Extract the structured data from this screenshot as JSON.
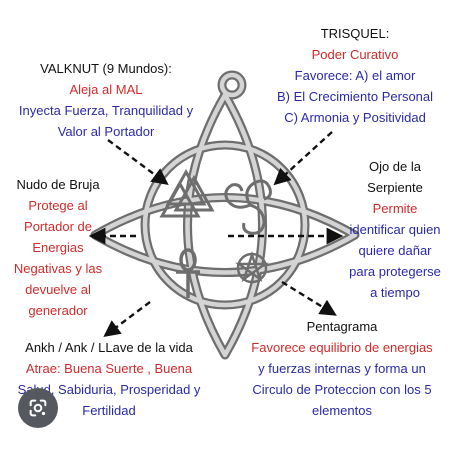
{
  "valknut": {
    "title": "VALKNUT (9 Mundos):",
    "line1": "Aleja al MAL",
    "line2": "Inyecta Fuerza, Tranquilidad y",
    "line3": "Valor al Portador"
  },
  "trisquel": {
    "title": "TRISQUEL:",
    "line1": "Poder Curativo",
    "line2": "Favorece: A) el amor",
    "line3": "B) El Crecimiento Personal",
    "line4": "C) Armonia y Positividad"
  },
  "nudo_bruja": {
    "title": "Nudo de Bruja",
    "line1": "Protege al",
    "line2": "Portador de",
    "line3": "Energias",
    "line4": "Negativas y las",
    "line5": "devuelve al",
    "line6": "generador"
  },
  "ojo_serpiente": {
    "title1": "Ojo de la",
    "title2": "Serpiente",
    "line1": "Permite",
    "line2": "identificar quien",
    "line3": "quiere dañar",
    "line4": "para protegerse",
    "line5": "a tiempo"
  },
  "ankh": {
    "title": "Ankh / Ank / LLave de la vida",
    "line1": "Atrae:  Buena Suerte , Buena",
    "line2": "Salud, Sabiduria,  Prosperidad y",
    "line3": "Fertilidad"
  },
  "pentagrama": {
    "title": "Pentagrama",
    "line1": "Favorece  equilibrio de energias",
    "line2": "y fuerzas internas y forma un",
    "line3": "Circulo de Proteccion con los 5",
    "line4": "elementos"
  },
  "colors": {
    "heading": "#111111",
    "red": "#d22b2b",
    "blue": "#2a2aa8",
    "pendant": "#7a7a7a"
  },
  "icons": {
    "lens": "google-lens-icon",
    "pendant": "witch-knot-pendant"
  }
}
